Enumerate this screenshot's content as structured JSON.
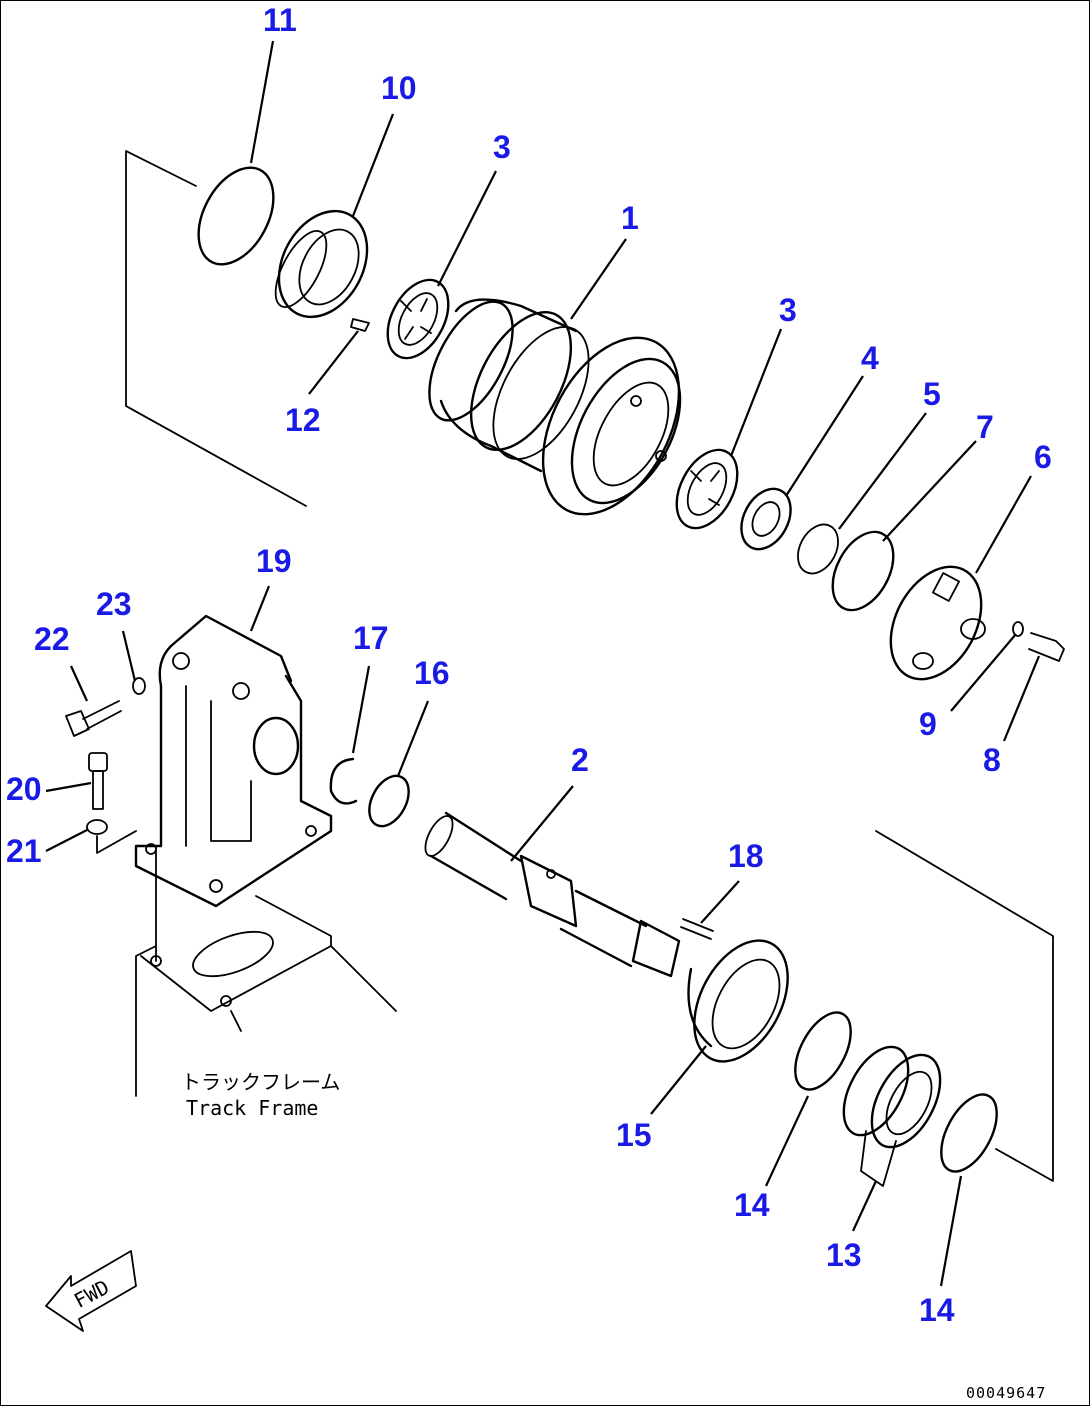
{
  "diagram": {
    "callouts": [
      {
        "id": "c11",
        "text": "11"
      },
      {
        "id": "c10",
        "text": "10"
      },
      {
        "id": "c3a",
        "text": "3"
      },
      {
        "id": "c1",
        "text": "1"
      },
      {
        "id": "c3b",
        "text": "3"
      },
      {
        "id": "c4",
        "text": "4"
      },
      {
        "id": "c5",
        "text": "5"
      },
      {
        "id": "c7",
        "text": "7"
      },
      {
        "id": "c6",
        "text": "6"
      },
      {
        "id": "c12",
        "text": "12"
      },
      {
        "id": "c9",
        "text": "9"
      },
      {
        "id": "c8",
        "text": "8"
      },
      {
        "id": "c19",
        "text": "19"
      },
      {
        "id": "c23",
        "text": "23"
      },
      {
        "id": "c22",
        "text": "22"
      },
      {
        "id": "c17",
        "text": "17"
      },
      {
        "id": "c16",
        "text": "16"
      },
      {
        "id": "c20",
        "text": "20"
      },
      {
        "id": "c21",
        "text": "21"
      },
      {
        "id": "c2",
        "text": "2"
      },
      {
        "id": "c18",
        "text": "18"
      },
      {
        "id": "c15",
        "text": "15"
      },
      {
        "id": "c14a",
        "text": "14"
      },
      {
        "id": "c13",
        "text": "13"
      },
      {
        "id": "c14b",
        "text": "14"
      }
    ],
    "track_frame_label_jp": "トラックフレーム",
    "track_frame_label_en": "Track Frame",
    "fwd_label": "FWD",
    "drawing_number": "00049647",
    "callout_color": "#1a1ae6"
  }
}
